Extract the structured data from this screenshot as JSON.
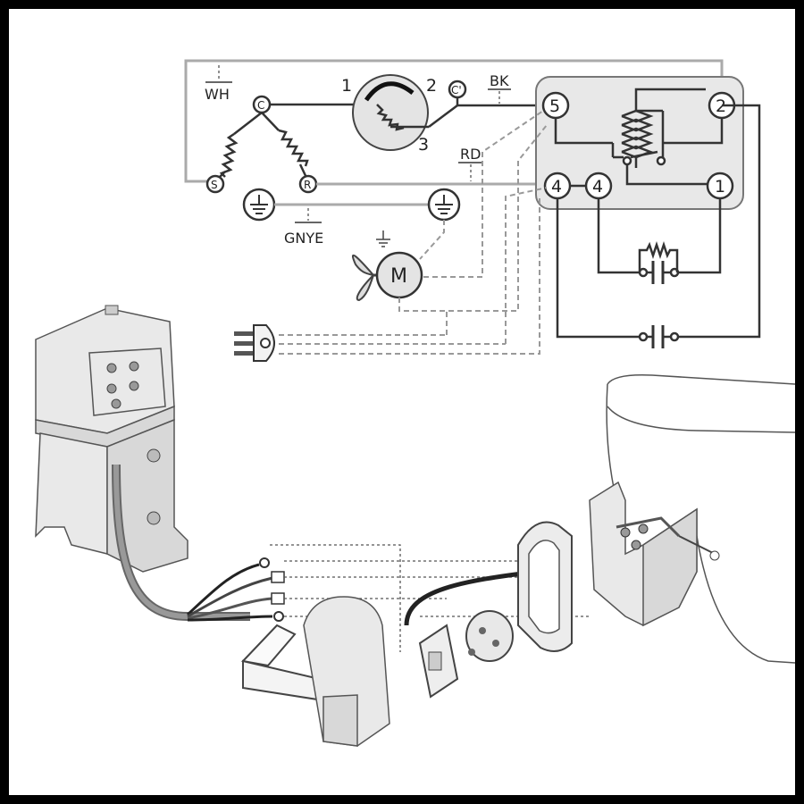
{
  "labels": {
    "wh": "WH",
    "bk": "BK",
    "rd": "RD",
    "gnye": "GNYE",
    "term_c": "C",
    "term_s": "S",
    "term_r": "R",
    "term_c_prime": "C'",
    "motor": "M",
    "prot_1": "1",
    "prot_2": "2",
    "prot_3": "3"
  },
  "relay_terminals": {
    "t5": "5",
    "t2": "2",
    "t4a": "4",
    "t4b": "4",
    "t1": "1"
  }
}
